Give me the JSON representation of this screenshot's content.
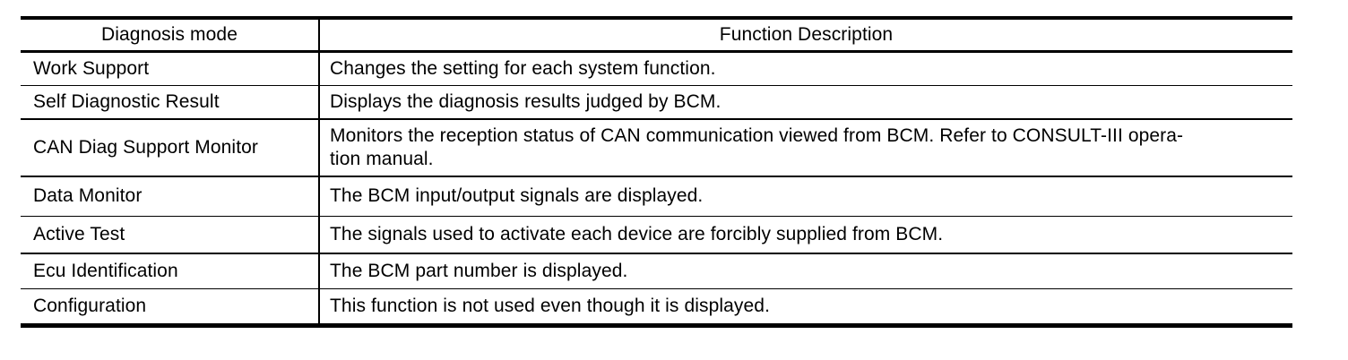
{
  "table": {
    "columns": [
      {
        "label": "Diagnosis mode"
      },
      {
        "label": "Function Description"
      }
    ],
    "rows": [
      {
        "mode": "Work Support",
        "description": "Changes the setting for each system function."
      },
      {
        "mode": "Self Diagnostic Result",
        "description": "Displays the diagnosis results judged by BCM."
      },
      {
        "mode": "CAN Diag Support Monitor",
        "description": "Monitors the reception status of CAN communication viewed from BCM. Refer to CONSULT-III opera-\ntion manual."
      },
      {
        "mode": "Data Monitor",
        "description": "The BCM input/output signals are displayed."
      },
      {
        "mode": "Active Test",
        "description": "The signals used to activate each device are forcibly supplied from BCM."
      },
      {
        "mode": "Ecu Identification",
        "description": "The BCM part number is displayed."
      },
      {
        "mode": "Configuration",
        "description": "This function is not used even though it is displayed."
      }
    ],
    "colors": {
      "border": "#000000",
      "text": "#000000",
      "background": "#ffffff"
    }
  }
}
